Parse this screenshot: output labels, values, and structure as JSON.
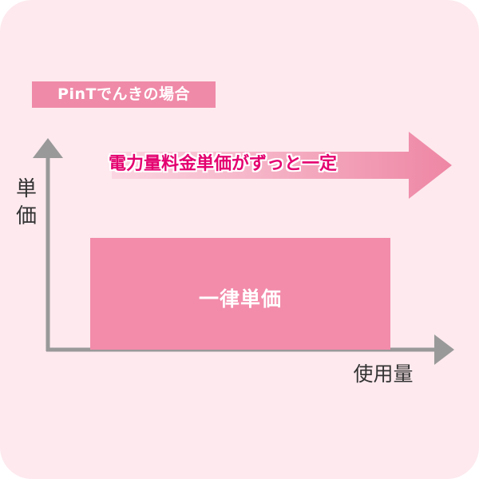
{
  "title_badge": "PinTでんきの場合",
  "y_axis_label_chars": [
    "単",
    "価"
  ],
  "x_axis_label": "使用量",
  "arrow_text": "電力量料金単価がずっと一定",
  "rate_box_label": "一律単価",
  "colors": {
    "card_background": "#fde9ee",
    "badge": "#ef8aa8",
    "rate_box": "#f28caa",
    "arrow_start": "#fbd7e2",
    "arrow_end": "#ee86a4",
    "arrow_text": "#e4006f",
    "axis": "#999999",
    "label_text": "#333333"
  }
}
